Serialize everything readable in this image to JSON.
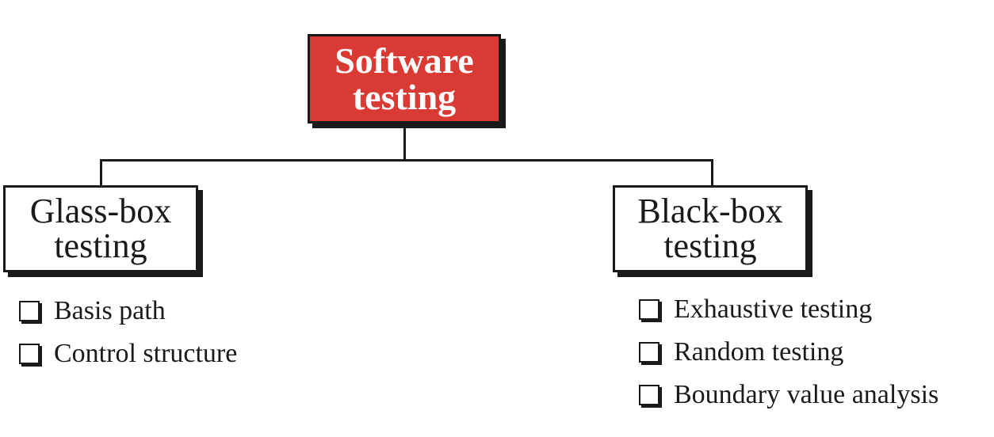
{
  "root": {
    "line1": "Software",
    "line2": "testing"
  },
  "branches": [
    {
      "title_line1": "Glass-box",
      "title_line2": "testing",
      "items": [
        "Basis path",
        "Control structure"
      ]
    },
    {
      "title_line1": "Black-box",
      "title_line2": "testing",
      "items": [
        "Exhaustive testing",
        "Random testing",
        "Boundary value analysis"
      ]
    }
  ],
  "colors": {
    "root_fill": "#d93a33",
    "root_text": "#ffffff",
    "lines": "#1a1a1a"
  }
}
